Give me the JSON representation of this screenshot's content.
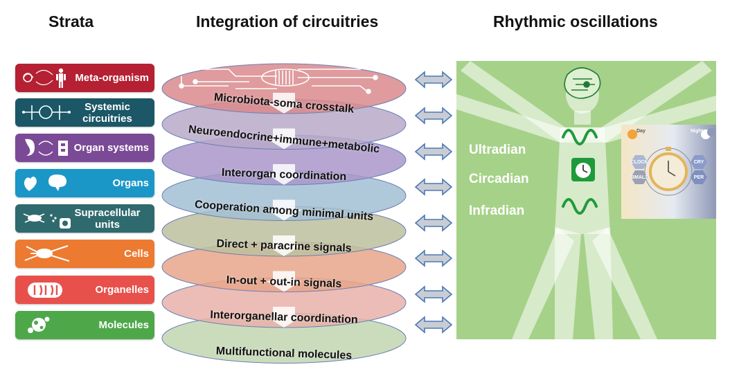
{
  "headers": {
    "strata": "Strata",
    "integration": "Integration of circuitries",
    "rhythm": "Rhythmic oscillations"
  },
  "strata": [
    {
      "label": "Meta-organism",
      "color": "#b52033",
      "icon": "organism-icon"
    },
    {
      "label": "Systemic circuitries",
      "color": "#1b5766",
      "icon": "circuit-icon"
    },
    {
      "label": "Organ systems",
      "color": "#7b4a96",
      "icon": "digestive-system-icon"
    },
    {
      "label": "Organs",
      "color": "#1b97c7",
      "icon": "organs-icon"
    },
    {
      "label": "Supracellular units",
      "color": "#2f6a6e",
      "icon": "cell-cluster-icon"
    },
    {
      "label": "Cells",
      "color": "#ec7a31",
      "icon": "neuron-cell-icon"
    },
    {
      "label": "Organelles",
      "color": "#e8514b",
      "icon": "mitochondrion-icon"
    },
    {
      "label": "Molecules",
      "color": "#4ea84a",
      "icon": "molecule-icon"
    }
  ],
  "discs": [
    {
      "label": "Microbiota-soma crosstalk",
      "color": "#d98a8c"
    },
    {
      "label": "Neuroendocrine+immune+metabolic",
      "color": "#b9a9c9"
    },
    {
      "label": "Interorgan coordination",
      "color": "#a996c9"
    },
    {
      "label": "Cooperation among minimal units",
      "color": "#a2bfd3"
    },
    {
      "label": "Direct + paracrine signals",
      "color": "#bdbf9e"
    },
    {
      "label": "In-out + out-in signals",
      "color": "#e7a68a"
    },
    {
      "label": "Interorganellar coordination",
      "color": "#e9b0a9"
    },
    {
      "label": "Multifunctional molecules",
      "color": "#c2d6b1"
    }
  ],
  "rhythms": [
    "Ultradian",
    "Circadian",
    "Infradian"
  ],
  "clock_panel": {
    "day": "Day",
    "night": "Night",
    "clock": "CLOCK",
    "bmal1": "BMAL1",
    "cry": "CRY",
    "per": "PER"
  },
  "colors": {
    "panel_bg": "#a6d189",
    "arrow_fill": "#c9cdd3",
    "arrow_stroke": "#4a78b8",
    "wave": "#1f9a3a"
  }
}
